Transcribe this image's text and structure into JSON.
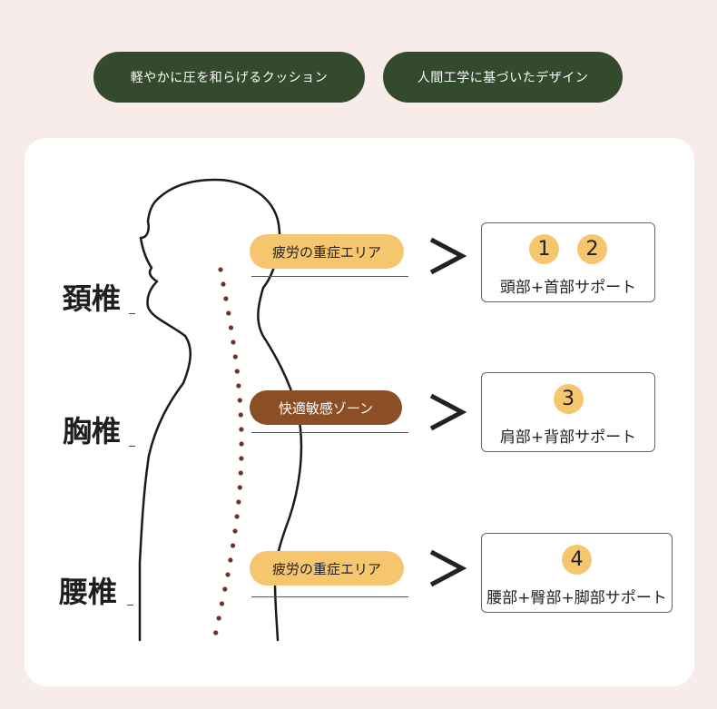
{
  "header": {
    "pills": [
      {
        "label": "軽やかに圧を和らげるクッション"
      },
      {
        "label": "人間工学に基づいたデザイン"
      }
    ]
  },
  "spine": {
    "labels": [
      "頚椎",
      "胸椎",
      "腰椎"
    ]
  },
  "zones": [
    {
      "label": "疲労の重症エリア",
      "color": "#f6c66e"
    },
    {
      "label": "快適敏感ゾーン",
      "color": "#8c4e24"
    },
    {
      "label": "疲労の重症エリア",
      "color": "#f6c66e"
    }
  ],
  "supports": [
    {
      "numbers": [
        "1",
        "2"
      ],
      "label": "頭部+首部サポート"
    },
    {
      "numbers": [
        "3"
      ],
      "label": "肩部+背部サポート"
    },
    {
      "numbers": [
        "4"
      ],
      "label": "腰部+臀部+脚部サポート"
    }
  ],
  "colors": {
    "background": "#f8ecea",
    "pill": "#344a2c",
    "accent_yellow": "#f6c66e",
    "accent_brown": "#8c4e24",
    "spine_dots": "#7a2f24"
  }
}
